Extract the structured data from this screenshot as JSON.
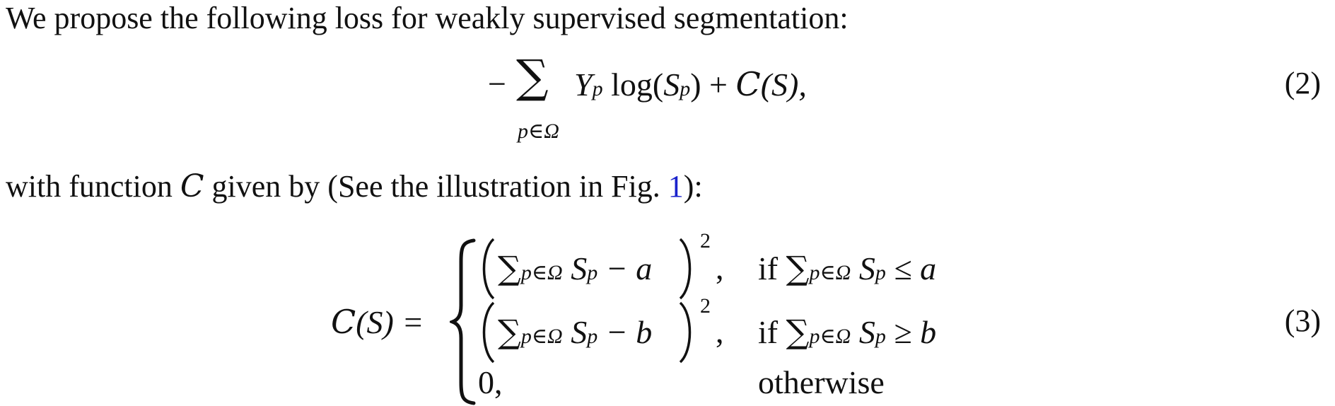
{
  "paragraph1": "We propose the following loss for weakly supervised segmentation:",
  "eq2": {
    "minus": "−",
    "sum_symbol": "∑",
    "sum_sub": "p∈Ω",
    "term": "Y",
    "term_sub": "p",
    "log": "log(",
    "S": "S",
    "S_sub": "p",
    "close": ")",
    "plus": "+",
    "C": "C",
    "arg": "(S),",
    "number": "(2)"
  },
  "paragraph2": {
    "before": "with function ",
    "C": "C",
    "middle": " given by (See the illustration in Fig. ",
    "link": "1",
    "after": "):"
  },
  "eq3": {
    "lhs_C": "C",
    "lhs_rest": "(S) =",
    "cases": [
      {
        "expr_sum": "∑",
        "expr_sub": "p∈Ω",
        "expr_var": "S",
        "expr_var_sub": "p",
        "expr_tail": " − a",
        "power": "2",
        "comma": ",",
        "cond_if": "if",
        "cond_sum": "∑",
        "cond_sub": "p∈Ω",
        "cond_var": "S",
        "cond_var_sub": "p",
        "cond_rel": "≤ a"
      },
      {
        "expr_sum": "∑",
        "expr_sub": "p∈Ω",
        "expr_var": "S",
        "expr_var_sub": "p",
        "expr_tail": " − b",
        "power": "2",
        "comma": ",",
        "cond_if": "if",
        "cond_sum": "∑",
        "cond_sub": "p∈Ω",
        "cond_var": "S",
        "cond_var_sub": "p",
        "cond_rel": "≥ b"
      },
      {
        "expr": "0,",
        "cond": "otherwise"
      }
    ],
    "number": "(3)"
  }
}
